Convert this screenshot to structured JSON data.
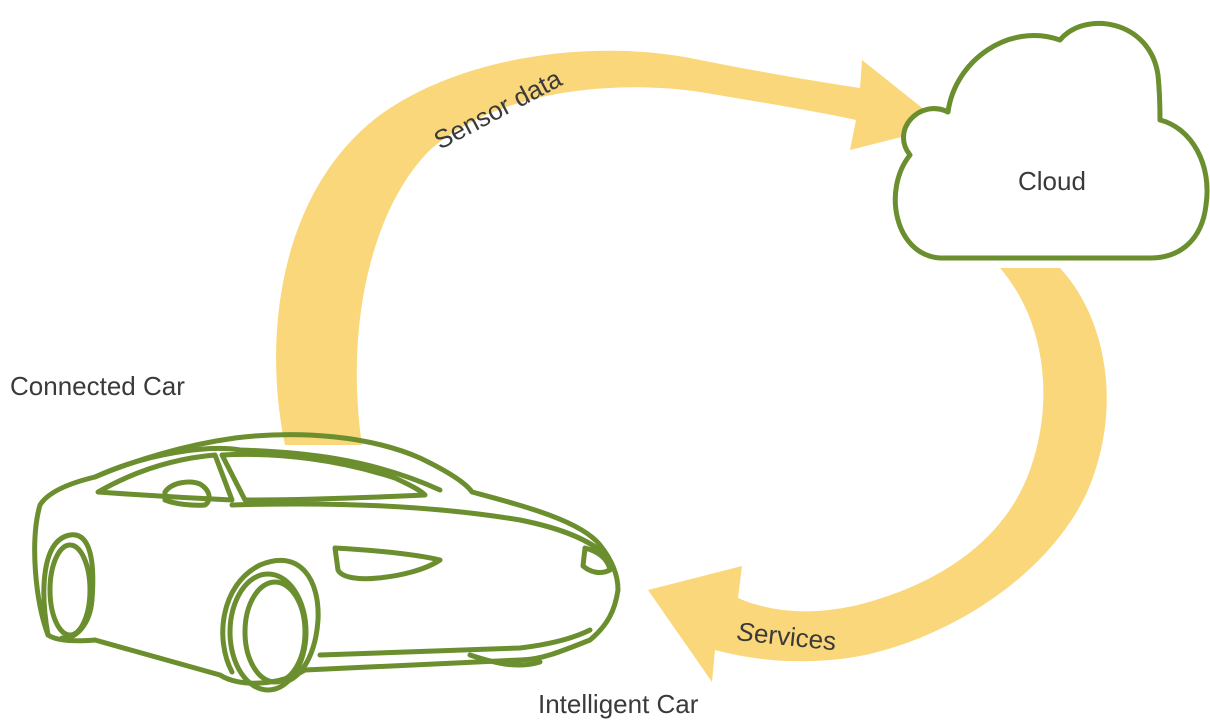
{
  "labels": {
    "connected_car": "Connected Car",
    "intelligent_car": "Intelligent Car",
    "cloud": "Cloud",
    "sensor_data": "Sensor data",
    "services_initial": "S",
    "services_rest": "ervices"
  },
  "colors": {
    "arrow": "#f9d77a",
    "outline": "#6b8e2e",
    "text": "#3a3a3a"
  },
  "icons": [
    "car-icon",
    "cloud-icon"
  ]
}
